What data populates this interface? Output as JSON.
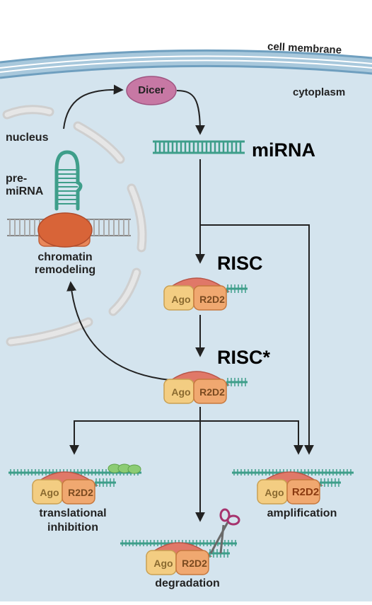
{
  "labels": {
    "cell_membrane": "cell membrane",
    "cytoplasm": "cytoplasm",
    "nucleus": "nucleus",
    "pre_mirna_line1": "pre-",
    "pre_mirna_line2": "miRNA",
    "chromatin_line1": "chromatin",
    "chromatin_line2": "remodeling",
    "dicer": "Dicer",
    "mirna": "miRNA",
    "risc": "RISC",
    "risc_star": "RISC*",
    "ago": "Ago",
    "r2d2": "R2D2",
    "translational_line1": "translational",
    "translational_line2": "inhibition",
    "amplification": "amplification",
    "degradation": "degradation"
  },
  "colors": {
    "background": "#d4e4ee",
    "membrane": "#a8c8dc",
    "membrane_line": "#6f9fbf",
    "nuclear_envelope": "#d6d6d6",
    "dicer": "#c778a4",
    "rna_green": "#3e9e8a",
    "ago": "#f3cd82",
    "r2d2": "#f0a870",
    "risc_top": "#e07868",
    "chromatin_protein": "#d86438",
    "ribosome": "#8ccc74",
    "arrow": "#222222"
  }
}
